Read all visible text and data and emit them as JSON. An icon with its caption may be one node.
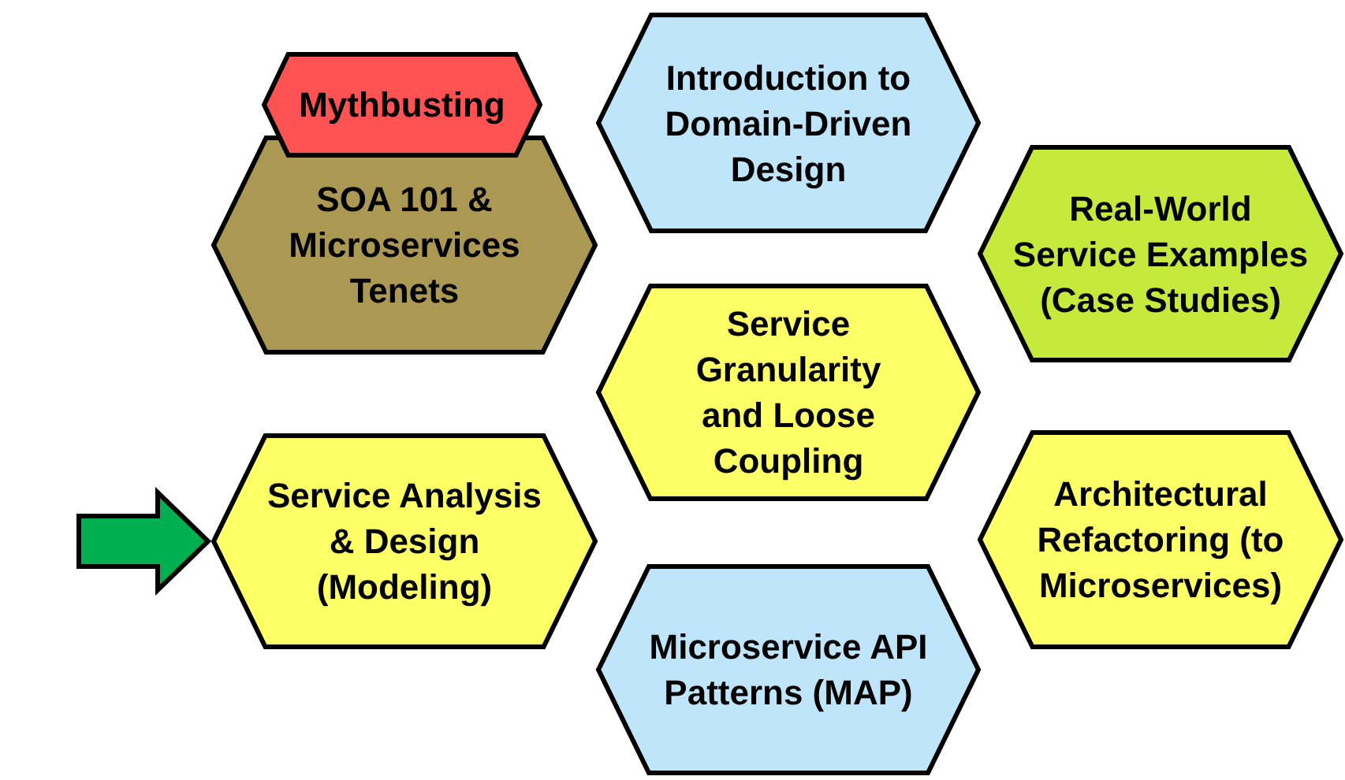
{
  "diagram": {
    "nodes": [
      {
        "text": [
          "Mythbusting"
        ]
      },
      {
        "text": [
          "Introduction to Domain-Driven Design"
        ]
      },
      {
        "text": [
          "SOA 101 & Microservices Tenets"
        ]
      },
      {
        "text": [
          "Real-World Service Examples (Case Studies)"
        ]
      },
      {
        "text": [
          "Service Granularity and Loose Coupling"
        ]
      },
      {
        "text": [
          "Service Analysis & Design (Modeling)"
        ]
      },
      {
        "text": [
          "Architectural Refactoring (to Microservices)"
        ]
      },
      {
        "text": [
          "Microservice API Patterns (MAP)"
        ]
      }
    ],
    "edges": [
      {
        "from": null,
        "to": 5,
        "arrow": "to",
        "style": "thick",
        "color": "#00b050"
      }
    ]
  }
}
